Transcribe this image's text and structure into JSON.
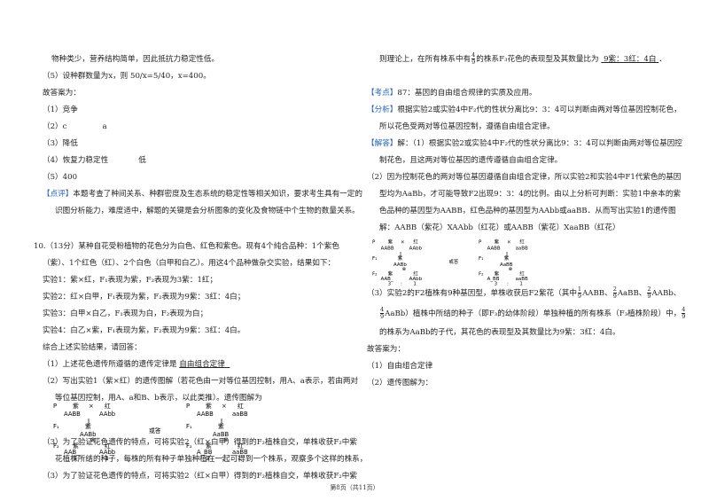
{
  "left": {
    "l1": "物种类少，营养结构简单，因此抵抗力稳定性低。",
    "l2": "（5）设种群数量为x，则 50/x=5/40，x=400。",
    "l3": "故答案为：",
    "l4": "（1）竞争",
    "l5a": "（2）c",
    "l5b": "a",
    "l6": "（3）降低",
    "l7a": "（4）恢复力稳定性",
    "l7b": "低",
    "l8": "（5）400",
    "dp_tag": "【点评】",
    "dp1": "本题考查了种间关系、种群密度及生态系统的稳定性等相关知识，要求考生具有一定的",
    "dp2": "识图分析能力，难度适中，解题的关键是会分析图象的变化及食物链中个生物的数量关系。",
    "q10a": "10.（13分）某种自花受粉植物的花色分为白色、红色和紫色。现有4个纯合品种：1个紫色",
    "q10b": "（紫）、1个红色（红）、2个白色（白甲和白乙）。用这4个品种做杂交实验，结果如下：",
    "e1": "实验1：紫×红，F₁表现为紫，F₂表现为3紫：1红；",
    "e2": "实验2：红×白甲，F₁表现为紫，F₂表现为9紫：3红：4白；",
    "e3": "实验3：白甲×白乙，F₁表现为白，F₂表现为白；",
    "e4": "实验4：白乙×紫，F₁表现为紫，F₂表现为9紫：3红：4白。",
    "e5": "综合上述实验结果，请回答：",
    "s1a": "（1）上述花色遗传所遵循的遗传定律是",
    "s1b": "自由组合定律",
    "s2a": "（2）写出实验1（紫×红）的遗传图解（若花色由一对等位基因控制，用A、a表示，若由两对",
    "s2b": "等位基因控制，用A、a和B、b表示，以此类推）。遗传图解为",
    "s3a": "（3）为了验证花色遗传的特点，可将实验2（红×白甲）得到的F₂植株自交，单株收获F₂中紫",
    "s3b": "花植株所结的种子，每株的所有种子单独种植在一起可得到一个株系，观察多个这样的株系，"
  },
  "right": {
    "r1a": "则理论上，在所有株系中有",
    "r1_num": "4",
    "r1_den": "9",
    "r1b": "的株系F₃花色的表现型及其数量比为",
    "r1c": "9紫：3红：4白",
    "kd_tag": "【考点】",
    "kd": "87：基因的自由组合规律的实质及应用。",
    "fx_tag": "【分析】",
    "fx1": "根据实验2或实验4中F₂代的性状分离比9：3：4可以判断由两对等位基因控制花色，",
    "fx2": "所以花色受两对等位基因控制，遵循自由组合定律。",
    "jd_tag": "【解答】",
    "jd1": "解：（1）根据实验2或实验4中F₂代的性状分离比9：3：4可以判断由两对等位基因控",
    "jd2": "制花色，且这两对等位基因的遗传遵循自由组合定律。",
    "jd3": "（2）因为控制花色的两对等位基因遵循自由组合定律，所以实验2和实验4中F1代紫色的基因",
    "jd4": "型均为AaBb，才可能导致F2出现9：3：4的比例。由以上分析可判断：实验1中亲本的紫",
    "jd5": "色品种的基因型为AABB，红色品种的基因型为AAbb或aaBB．从而写出实验1的遗传图",
    "jd6": "解：AABB（紫花）XAAbb（红花）或AABB（紫花）XaaBB（红花）",
    "p3a": "（3）实验2的F2植株有9种基因型，单株收获后F2紫花（其中",
    "f1n": "1",
    "f1d": "9",
    "p3b": "AABB、",
    "f2n": "2",
    "f2d": "9",
    "p3c": "AaBB、",
    "f3n": "2",
    "f3d": "9",
    "p3d": "AABb、",
    "f4n": "4",
    "f4d": "9",
    "p3e": "AaBb）植株中所结的种子（即F₃的幼体阶段）单独种植的所有株系（F₃植株阶段）中，",
    "f5n": "4",
    "f5d": "9",
    "p3f": "的株系为AaBb的子代，其花色的表现型及其数量比为9紫：3红：4白。",
    "a0": "故答案为：",
    "a1": "（1）自由组合定律",
    "a2": "（2）遗传图解为："
  },
  "diagram": {
    "P": "P",
    "F1": "F₁",
    "F2": "F₂",
    "purple": "紫",
    "red": "红",
    "cross": "×",
    "self": "⊗",
    "or": "或答",
    "AABB": "AABB",
    "AAbb": "AAbb",
    "aaBB": "aaBB",
    "AABb": "AABb",
    "AaBB": "AaBB",
    "AAB_": "AAB_",
    "AAbb2": "AAbb",
    "AaB_": "A_BB",
    "aaBB2": "aaBB",
    "r3": "3",
    "r1": "1",
    "colon": ":"
  },
  "footer": "第8页（共11页）"
}
